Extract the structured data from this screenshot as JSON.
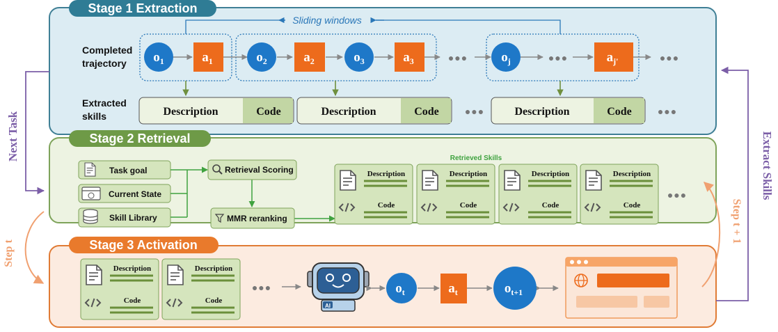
{
  "stages": {
    "s1_title": "Stage 1 Extraction",
    "s2_title": "Stage 2 Retrieval",
    "s3_title": "Stage 3 Activation"
  },
  "extraction": {
    "sliding_windows": "Sliding windows",
    "completed_1": "Completed",
    "completed_2": "trajectory",
    "extracted_1": "Extracted",
    "extracted_2": "skills",
    "desc_label": "Description",
    "code_label": "Code",
    "ellipsis": "●●●"
  },
  "trajectory": {
    "o1": {
      "b": "o",
      "s": "1"
    },
    "a1": {
      "b": "a",
      "s": "1"
    },
    "o2": {
      "b": "o",
      "s": "2"
    },
    "a2": {
      "b": "a",
      "s": "2"
    },
    "o3": {
      "b": "o",
      "s": "3"
    },
    "a3": {
      "b": "a",
      "s": "3"
    },
    "oj": {
      "b": "o",
      "s": "j"
    },
    "aj": {
      "b": "a",
      "s": "j'"
    }
  },
  "retrieval": {
    "task_goal": "Task goal",
    "current_state": "Current State",
    "skill_library": "Skill Library",
    "scoring": "Retrieval Scoring",
    "mmr": "MMR reranking",
    "retrieved_title": "Retrieved Skills",
    "card_desc": "Description",
    "card_code": "Code"
  },
  "activation": {
    "ot": {
      "b": "o",
      "s": "t"
    },
    "at": {
      "b": "a",
      "s": "t"
    },
    "ot1": {
      "b": "o",
      "s": "t+1"
    },
    "ai_label": "AI"
  },
  "side": {
    "next_task": "Next Task",
    "extract_skills": "Extract Skills",
    "step_t": "Step t",
    "step_t1": "Step t + 1"
  },
  "colors": {
    "stage1_bg": "#dcecf3",
    "stage1_border": "#3f7f95",
    "stage1_title": "#2f7c95",
    "stage2_bg": "#edf3e2",
    "stage2_border": "#7ea35a",
    "stage2_title": "#6e9a47",
    "stage3_bg": "#fcebe0",
    "stage3_border": "#e07b35",
    "stage3_title": "#e97a2c",
    "obs_blue": "#1e78c8",
    "action_orange": "#ed6b1c",
    "purple": "#7b5ea7",
    "green": "#3fa23f"
  }
}
